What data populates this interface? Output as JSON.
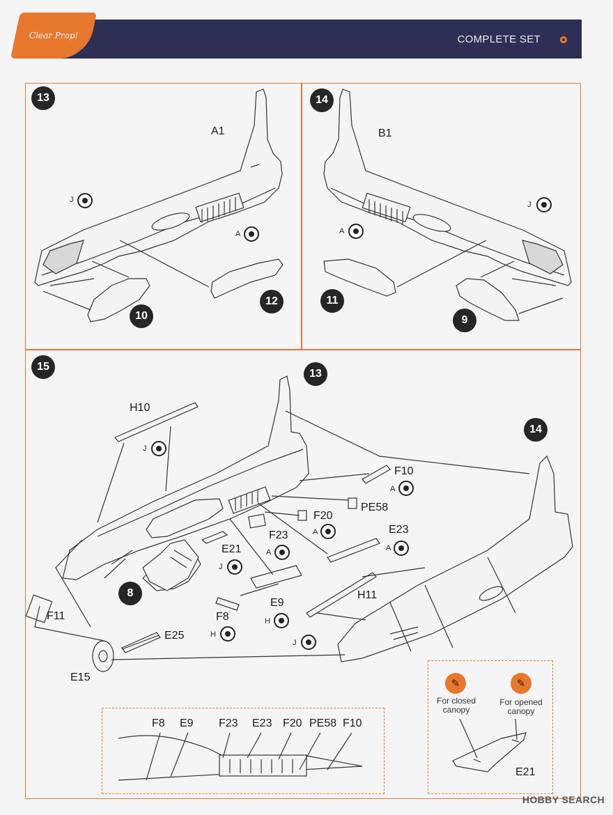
{
  "header": {
    "logo_text": "Clear Prop!",
    "title": "COMPLETE SET"
  },
  "steps": {
    "s13": {
      "number": "13",
      "part": "A1",
      "sub_a": "12",
      "sub_b": "10",
      "paint_j": "J",
      "paint_a": "A"
    },
    "s14": {
      "number": "14",
      "part": "B1",
      "sub_a": "11",
      "sub_b": "9",
      "paint_j": "J",
      "paint_a": "A"
    },
    "s15": {
      "number": "15",
      "ref_13": "13",
      "ref_14": "14",
      "ref_8": "8",
      "labels": {
        "h10": "H10",
        "f10": "F10",
        "pe58": "PE58",
        "f20": "F20",
        "f23": "F23",
        "e23": "E23",
        "e21": "E21",
        "e9": "E9",
        "h11": "H11",
        "f8": "F8",
        "f11": "F11",
        "e25": "E25",
        "e15": "E15"
      },
      "paints": {
        "h10_j": "J",
        "f10_a": "A",
        "f20_a": "A",
        "f23_a": "A",
        "e23_a": "A",
        "e21_j": "J",
        "e9_h": "H",
        "f8_h": "H",
        "h11_j": "J"
      }
    }
  },
  "detail_box": {
    "labels": [
      "F8",
      "E9",
      "F23",
      "E23",
      "F20",
      "PE58",
      "F10"
    ]
  },
  "canopy_box": {
    "closed_caption": "For closed canopy",
    "opened_caption": "For opened canopy",
    "part": "E21"
  },
  "watermark": "HOBBY SEARCH",
  "colors": {
    "accent": "#e8772e",
    "header_bg": "#2d3054"
  }
}
